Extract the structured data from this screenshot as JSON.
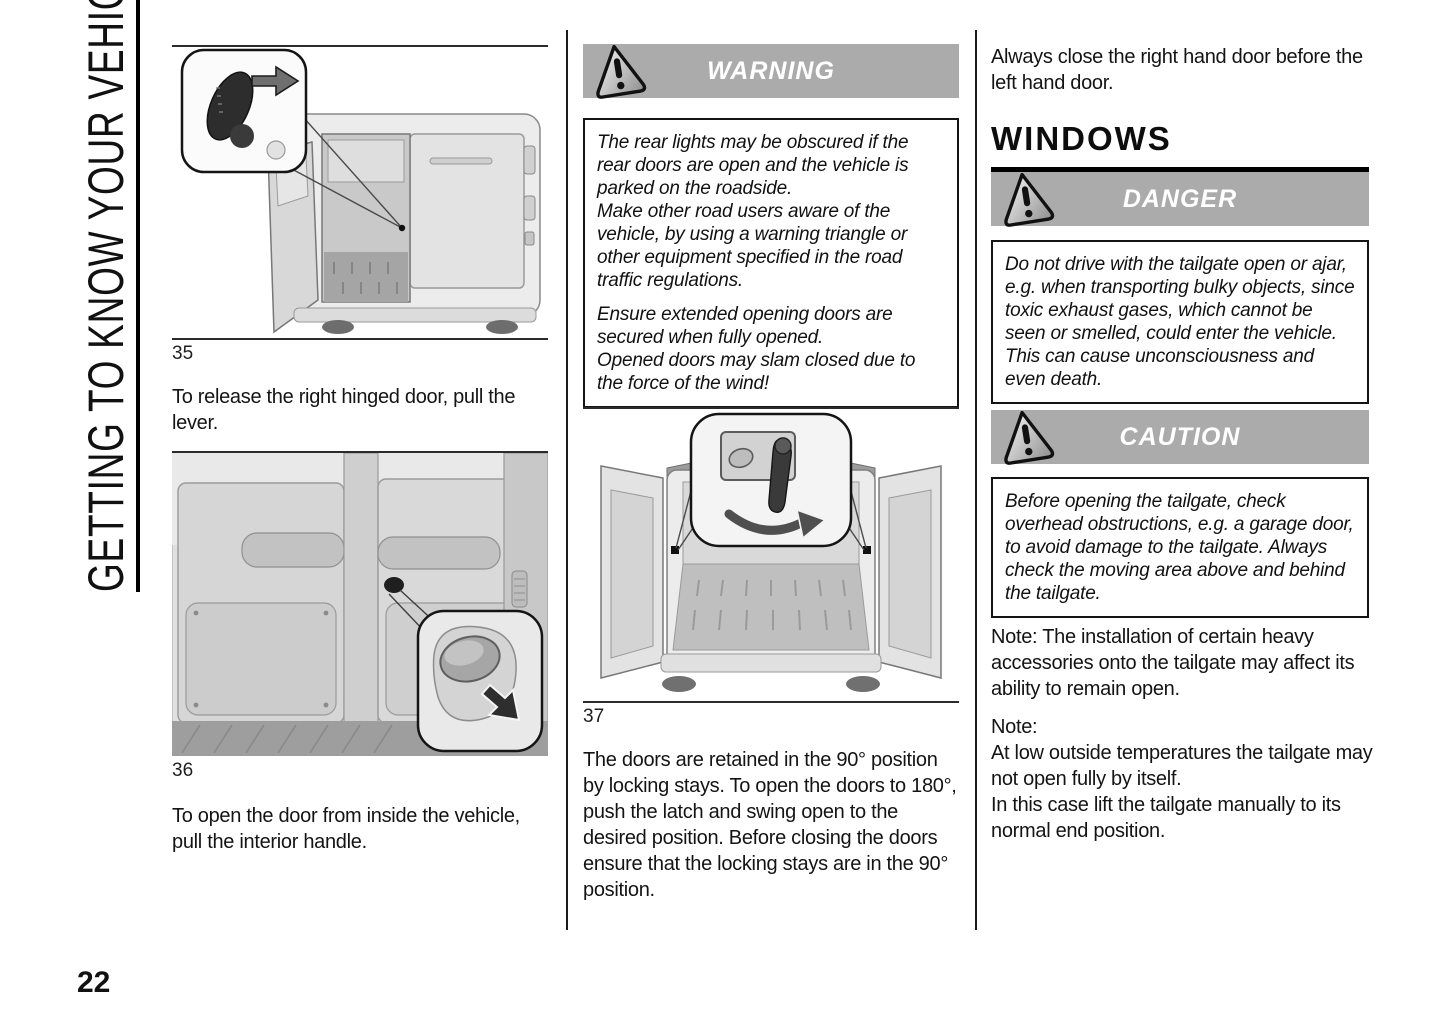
{
  "page": {
    "number": "22"
  },
  "sidebar": {
    "title": "GETTING TO KNOW YOUR VEHICLE"
  },
  "colors": {
    "header_bar": "#ababab",
    "text": "#161616"
  },
  "col1": {
    "fig35_label": "35",
    "caption35": "To release the right hinged door, pull the lever.",
    "fig36_label": "36",
    "caption36": "To open the door from inside the vehicle, pull the interior handle."
  },
  "col2": {
    "warning": {
      "title": "WARNING",
      "p1l1": "The rear lights may be obscured if the rear doors are open and the vehicle is parked on the roadside.",
      "p1l2": "Make other road users aware of the vehicle, by using a warning triangle or other equipment specified in the road traffic regulations.",
      "p2l1": "Ensure extended opening doors are secured when fully opened.",
      "p2l2": "Opened doors may slam closed due to the force of the wind!"
    },
    "fig37_label": "37",
    "para": "The doors are retained in the 90° position by locking stays. To open the doors to 180°, push the latch and swing open to the desired position. Before closing the doors ensure that the locking stays are in the 90° position."
  },
  "col3": {
    "intro": "Always close the right hand door before the left hand door.",
    "heading": "WINDOWS",
    "danger": {
      "title": "DANGER",
      "text": "Do not drive with the tailgate open or ajar, e.g. when transporting bulky objects, since toxic exhaust gases, which cannot be seen or smelled, could enter the vehicle. This can cause unconsciousness and even death."
    },
    "caution": {
      "title": "CAUTION",
      "text": "Before opening the tailgate, check overhead obstructions, e.g. a garage door, to avoid damage to the tailgate. Always check the moving area above and behind the tailgate."
    },
    "note1": "Note: The installation of certain heavy accessories onto the tailgate may affect its ability to remain open.",
    "note2_label": "Note:",
    "note2_l1": "At low outside temperatures the tailgate may not open fully by itself.",
    "note2_l2": "In this case lift the tailgate manually to its normal end position."
  }
}
